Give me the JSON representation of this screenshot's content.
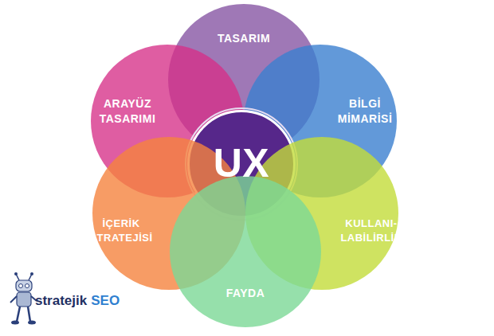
{
  "diagram": {
    "nodes": [
      {
        "text": [
          "TASARIM"
        ]
      },
      {
        "text": [
          "ARAYÜZ TASARIMI"
        ]
      },
      {
        "text": [
          "BİLGİ MİMARİSİ"
        ]
      },
      {
        "text": [
          "UX"
        ]
      },
      {
        "text": [
          "İÇERİK STRATEJİSİ"
        ]
      },
      {
        "text": [
          "KULLANI- LABİLİRLİK"
        ]
      },
      {
        "text": [
          "FAYDA"
        ]
      }
    ],
    "labels": [
      "stratejik",
      "SEO"
    ]
  }
}
